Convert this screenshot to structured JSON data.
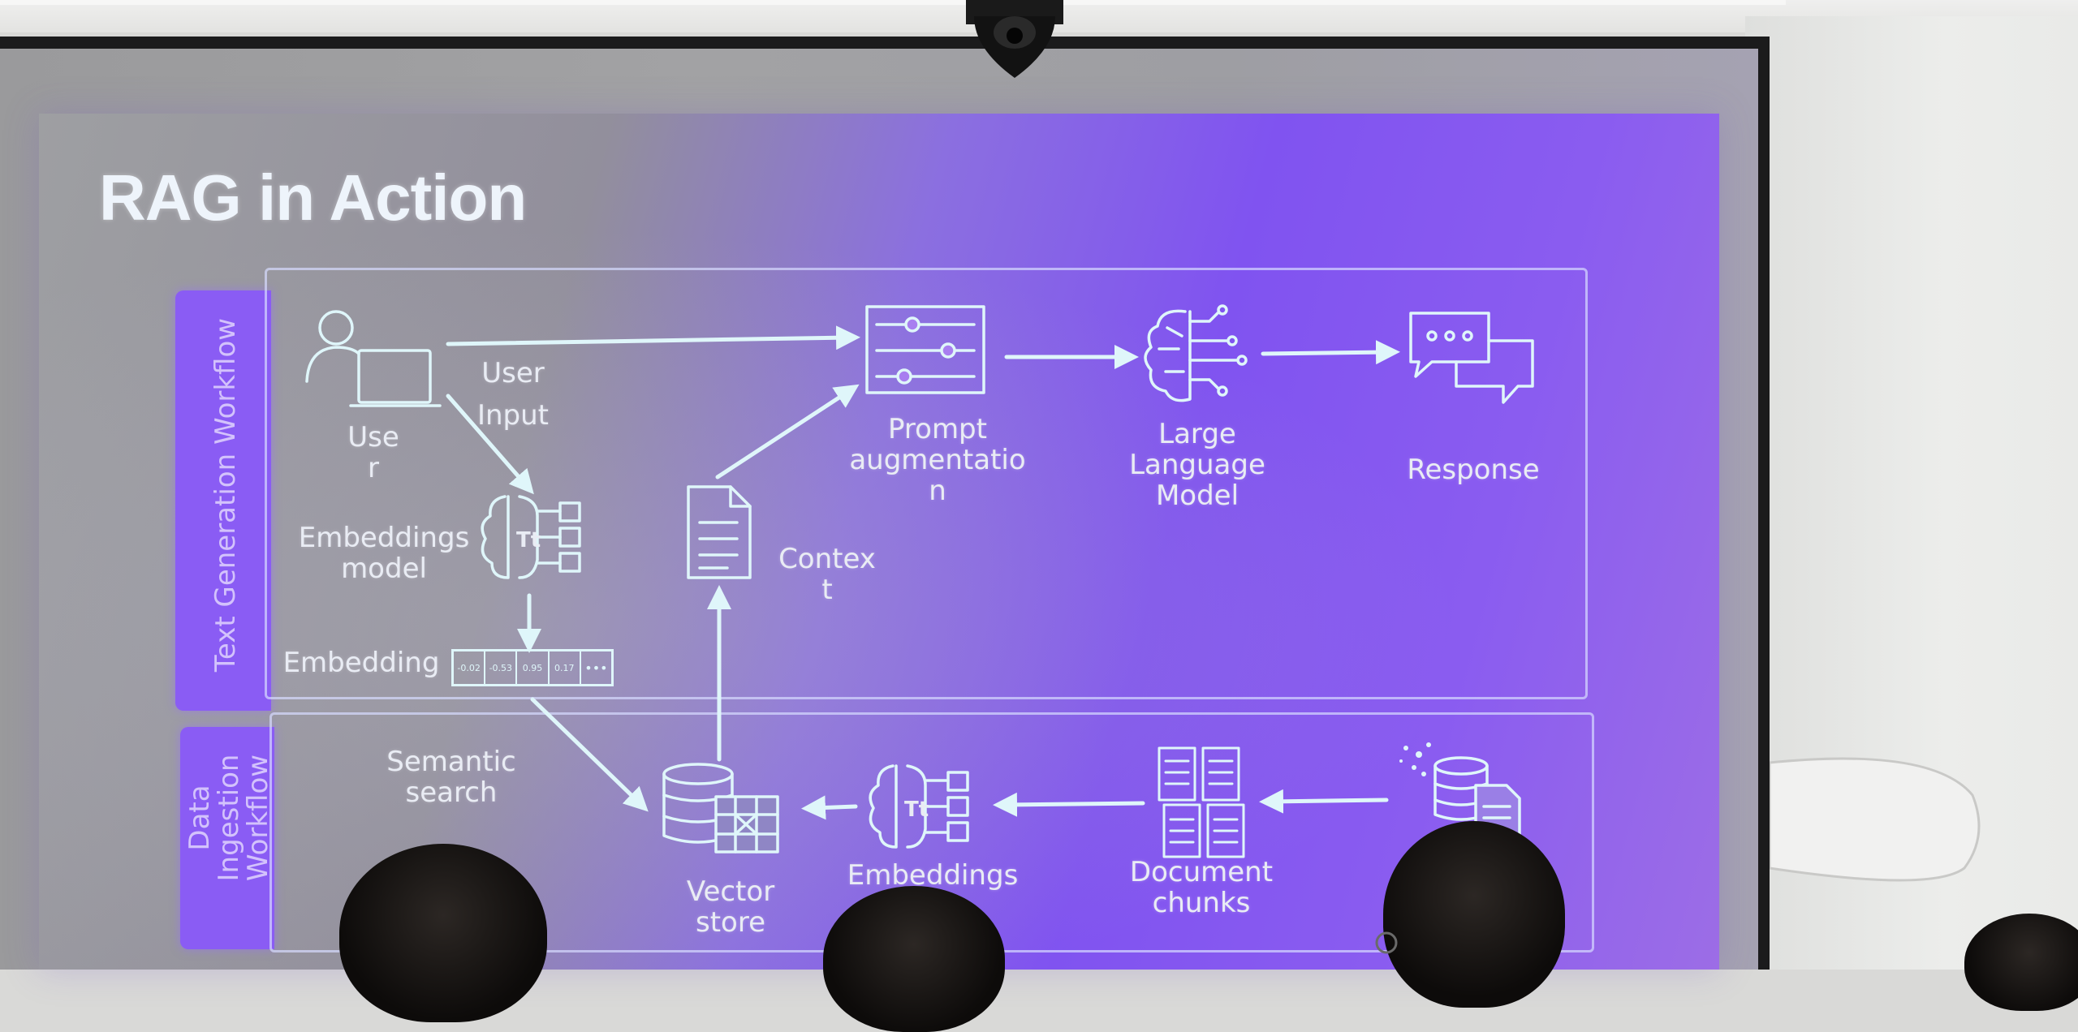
{
  "slide": {
    "title": "RAG in Action",
    "text_generation_label": "Text Generation Workflow",
    "data_ingestion_label_line1": "Data",
    "data_ingestion_label_line2": "Ingestion",
    "data_ingestion_label_line3": "Workflow"
  },
  "labels": {
    "user": "Use\nr",
    "user_input": "User\nInput",
    "prompt_augmentation": "Prompt\naugmentatio\nn",
    "llm": "Large\nLanguage\nModel",
    "response": "Response",
    "embeddings_model_top": "Embeddings\nmodel",
    "context": "Contex\nt",
    "embedding": "Embedding",
    "semantic_search": "Semantic\nsearch",
    "vector_store": "Vector\nstore",
    "embeddings_model_bottom": "Embeddings\nl",
    "document_chunks": "Document\nchunks"
  },
  "embedding_values": [
    "-0.02",
    "-0.53",
    "0.95",
    "0.17",
    "•••"
  ],
  "icon_tokens": {
    "embeddings_badge": "Tt"
  },
  "colors": {
    "accent_purple": "#8a5cf4",
    "line": "#dff6fa"
  }
}
